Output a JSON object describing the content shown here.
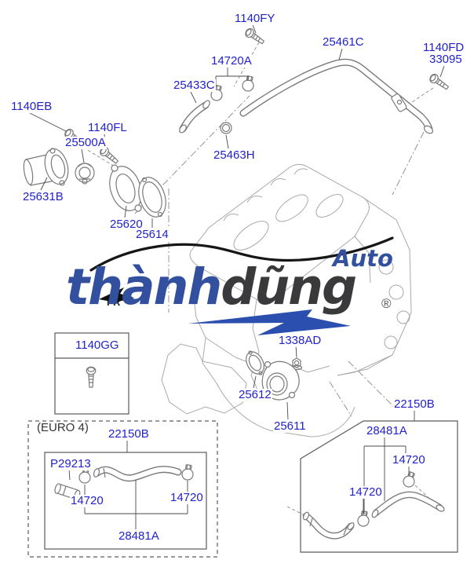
{
  "diagram": {
    "callouts": {
      "c1140fy": "1140FY",
      "c25461c": "25461C",
      "c1140fd": "1140FD",
      "c33095": "33095",
      "c14720a": "14720A",
      "c25433c": "25433C",
      "c25463h": "25463H",
      "c1140eb": "1140EB",
      "c1140fl": "1140FL",
      "c25500a": "25500A",
      "c25631b": "25631B",
      "c25620": "25620",
      "c25614": "25614",
      "c1338ad": "1338AD",
      "c25612": "25612",
      "c25611": "25611",
      "c1140gg": "1140GG"
    },
    "euro4_box": {
      "variant_label": "(EURO 4)",
      "assembly": "22150B",
      "plug": "P29213",
      "clamp_left": "14720",
      "clamp_right": "14720",
      "hose": "28481A"
    },
    "alt_box": {
      "assembly": "22150B",
      "hose": "28481A",
      "clamp_upper": "14720",
      "clamp_lower": "14720"
    },
    "fr_marker": "FR"
  },
  "watermark": {
    "brand_blue": "thành",
    "brand_dark": "dũng",
    "suffix": "Auto",
    "registered": "®"
  },
  "colors": {
    "label_blue": "#2222cc",
    "diagram_gray": "#7a7a7a",
    "engine_gray": "#a9a9a9",
    "watermark_blue": "#32509e",
    "watermark_dark": "#3a3a3c",
    "arrow_blue": "#2b4fae"
  }
}
